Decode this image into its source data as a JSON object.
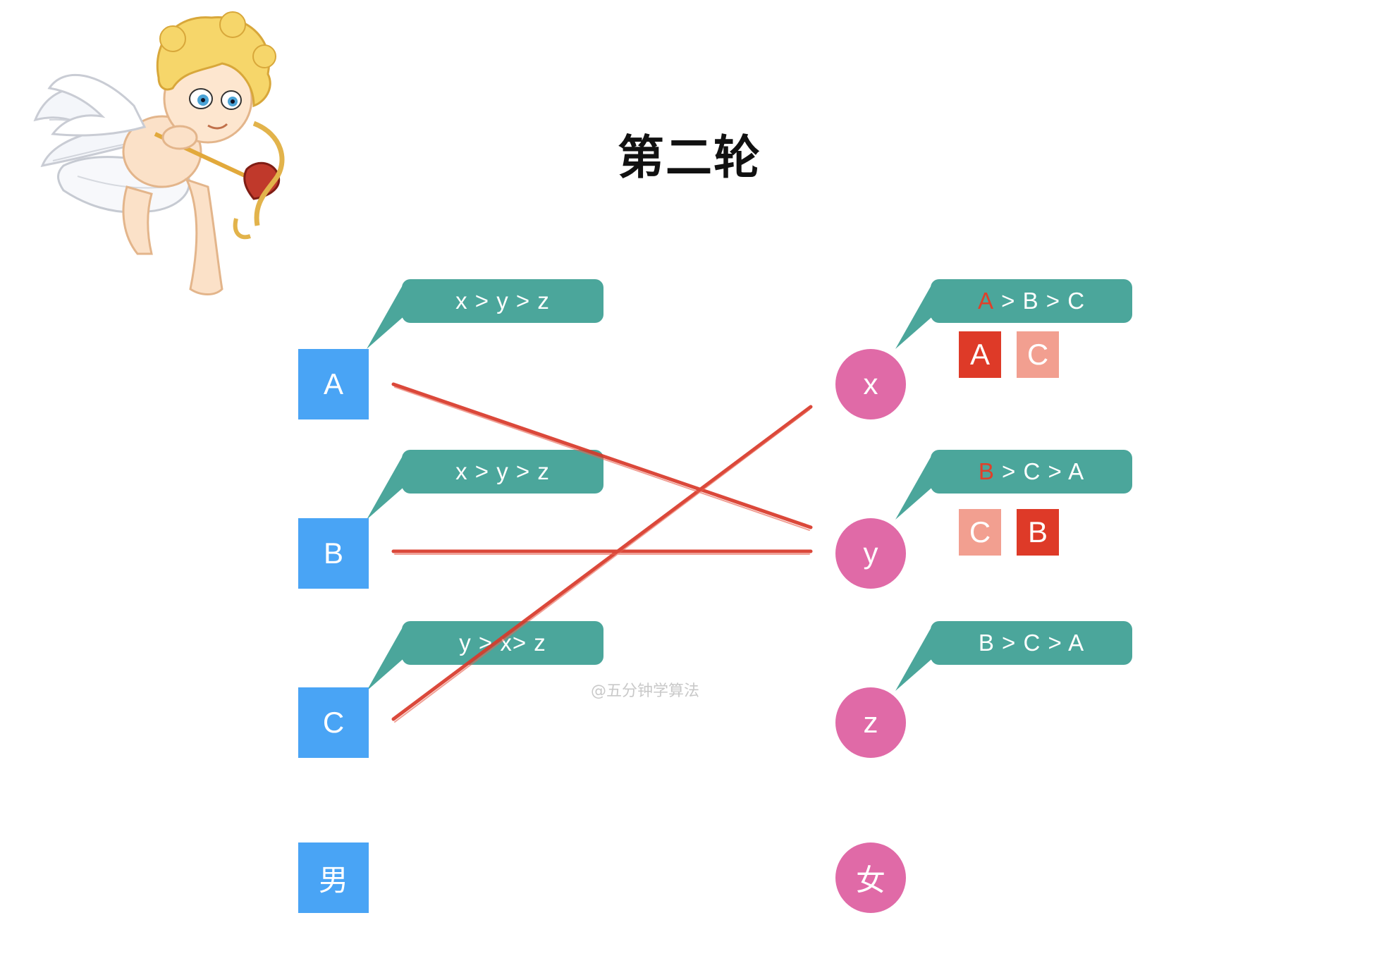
{
  "title": "第二轮",
  "men": [
    {
      "label": "A",
      "preference": "x > y > z"
    },
    {
      "label": "B",
      "preference": "x > y > z"
    },
    {
      "label": "C",
      "preference": "y > x> z"
    }
  ],
  "women": [
    {
      "label": "x",
      "pref_first": "A",
      "pref_rest": " > B > C"
    },
    {
      "label": "y",
      "pref_first": "B",
      "pref_rest": " > C > A"
    },
    {
      "label": "z",
      "pref_first": "",
      "pref_rest": "B > C > A"
    }
  ],
  "proposal_tags": {
    "x": [
      "A",
      "C"
    ],
    "y": [
      "C",
      "B"
    ]
  },
  "legend": {
    "male": "男",
    "female": "女"
  },
  "watermark": "@五分钟学算法",
  "colors": {
    "male": "#49a4f5",
    "female": "#e06aa7",
    "bubble": "#4ba69b",
    "accepted": "#de3a28",
    "rejected": "#f29f90",
    "rejection_line": "#d8392a"
  }
}
